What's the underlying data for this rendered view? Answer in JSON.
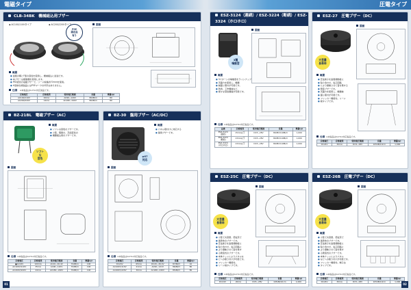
{
  "left": {
    "banner": "電磁タイプ",
    "clb": {
      "title": "CLB-34BK　機械組込用ブザー",
      "model_a": "AC100/110Vタイプ",
      "model_b": "AC200/220Vタイプ",
      "pse": "PSE\n認定品\n有り",
      "drawing_label": "図面",
      "overview_label": "概要",
      "points": [
        "金属の箱とF型の音質を使用し、機械組込に最適です。",
        "本ブザーは振動器を使用します。",
        "PSE認定の電磁ブザーで、リード線長約70mmを使用。",
        "※通常仕様製品にはPSEマークの印字はありません。"
      ],
      "spec_label": "仕様",
      "spec_note": "※本製品はRoHS2対応製品です。",
      "spec_headers": [
        "定格電圧",
        "定格電流",
        "使用電圧範囲",
        "音量",
        "重量(g)"
      ],
      "spec_rows": [
        [
          "AC100/110V",
          "20mA",
          "AC90~120V",
          "80dB/m",
          "80"
        ],
        [
          "AC200/220V",
          "14mA",
          "AC180~240V",
          "80dB/m",
          "80"
        ]
      ]
    },
    "bz21": {
      "title": "BZ-21BL　電磁ブザー（AC）",
      "callout": "ソフト\nな\n音色",
      "overview_label": "概要",
      "points": [
        "ソフトな音色のブザーです。",
        "小型、軽量の、高感度性の",
        "機器組込用のブザーです。"
      ],
      "drawing_label": "図面",
      "spec_label": "仕様",
      "spec_note": "※本製品はRoHS2対応製品です。",
      "spec_headers": [
        "定格電圧",
        "定格電流",
        "使用電圧範囲",
        "音量",
        "重量(g)"
      ],
      "spec_rows": [
        [
          "●AC24V",
          "100mA",
          "AC20~26.4V",
          "70dB/m",
          "100"
        ],
        [
          "AC100V/110V",
          "35mA",
          "AC90~120V",
          "70dB/m",
          "100"
        ],
        [
          "AC200V/220V",
          "24mA",
          "AC180~240V",
          "70dB/m",
          "100"
        ]
      ]
    },
    "bz30": {
      "title": "BZ-30　盤用ブザー（AC/DC）",
      "callout": "φ67\n対応",
      "overview_label": "概要",
      "points": [
        "パネル取付けに対応する",
        "盤用ブザーです。"
      ],
      "drawing_label": "図面",
      "spec_label": "仕様",
      "spec_note": "※本製品はRoHS2対応製品です。",
      "spec_headers": [
        "定格電圧",
        "定格電流",
        "使用電圧範囲",
        "音量",
        "重量(g)"
      ],
      "spec_rows": [
        [
          "DC24V",
          "65mA",
          "DC20~26.4V",
          "87dB/m",
          "10"
        ],
        [
          "AC100V/110V",
          "41mA",
          "AC90~121V",
          "86dB/m",
          "80"
        ],
        [
          "AC200V/220V",
          "30mA",
          "AC180~240V",
          "85dB/m",
          "80"
        ]
      ]
    },
    "page": "01"
  },
  "right": {
    "banner": "圧電タイプ",
    "esz3124": {
      "title": "ESZ-3124（連続）/ ESZ-3224（断続）/ ESZ-3324（ホロホロ）",
      "callout": "3種\n鳴動音",
      "drawing_label": "図面",
      "overview_label": "概要",
      "points": [
        "3パターンの鳴動音をラインナップ",
        "",
        "天面穴を使用し、機器",
        "前面に取付が可能です。",
        "",
        "防滴、工作機械など、",
        "様々な環境展開が可能です。"
      ],
      "spec_label": "仕様",
      "spec_note": "※本製品はRoHS2対応製品です。",
      "spec_headers": [
        "品番",
        "定格電流",
        "使用電圧範囲",
        "音量",
        "重量(g)"
      ],
      "spec_rows": [
        [
          "ESZ-3124\n(連続)",
          "15mA以下",
          "DC5~28V",
          "80dB±10dB/m",
          "1,000"
        ],
        [
          "ESZ-3224\n(断続)",
          "13mA以下",
          "DC5~28V",
          "80dB±10dB/m",
          "1,000"
        ],
        [
          "ESZ-3324\n(ホロホロ)",
          "13mA以下",
          "DC5~28V",
          "80dB±10dB/m",
          "1,000"
        ]
      ]
    },
    "esz27": {
      "title": "ESZ-27　圧電ブザー（DC）",
      "callout": "大音量\n長寿命",
      "drawing_label": "図面",
      "overview_label": "概要",
      "points": [
        "圧電素子を金属振動板に",
        "貼り合わせ、電子回路",
        "により振動させて音を発する",
        "発音ブザーです。",
        "",
        "天面穴を使用し、機器前",
        "面に取付が可能です。",
        "",
        "フリッカー機能付。リード",
        "線タイプです。"
      ],
      "spec_label": "仕様",
      "spec_note": "※本製品はRoHS2対応製品です。",
      "spec_headers": [
        "定格電圧",
        "定格電流",
        "使用電圧範囲",
        "音量",
        "重量(g)"
      ],
      "spec_rows": [
        [
          "DC24V",
          "30mA",
          "DC9~28V",
          "105dB/10cm",
          "1,000"
        ]
      ]
    },
    "esz25c": {
      "title": "ESZ-25C　圧電ブザー（DC）",
      "callout": "大音量\n長寿命",
      "drawing_label": "図面",
      "overview_label": "概要",
      "points": [
        "小型で大音量、低電流で",
        "長寿命のブザーです。",
        "",
        "圧電素子を金属振動板に",
        "貼り合わせ、電子回路に",
        "より振動させて音を発す",
        "る発音式のブザーです。",
        "",
        "本体ナットによりパネルな",
        "どへの取り付けが可能です。",
        "",
        "フリッカー機能付。",
        "リード線タイプです。"
      ],
      "spec_label": "仕様",
      "spec_note": "※本製品はRoHS2対応製品です。",
      "spec_headers": [
        "定格電圧",
        "定格電流",
        "使用電圧範囲",
        "音量",
        "重量(g)"
      ],
      "spec_rows": [
        [
          "DC24V",
          "20mA",
          "DC5~28V",
          "105dB/10cm",
          "1,000"
        ]
      ]
    },
    "esz26b": {
      "title": "ESZ-26B　圧電ブザー（DC）",
      "callout": "大音量\n長寿命",
      "drawing_label": "図面",
      "overview_label": "概要",
      "points": [
        "小型で大音量、低電流で",
        "長寿命のブザーです。",
        "",
        "圧電素子を金属振動板に",
        "貼り合わせ、電子回路に",
        "より振動させて音を発す",
        "る発音式のブザーです。",
        "",
        "本体ナットによりパネル",
        "などへの取り付けが可能です。",
        "",
        "フリッカー機能付。端子台",
        "タイプです。"
      ],
      "spec_label": "仕様",
      "spec_note": "※本製品はRoHS2対応製品です。",
      "spec_headers": [
        "定格電圧",
        "定格電流",
        "使用電圧範囲",
        "音量",
        "重量(g)"
      ],
      "spec_rows": [
        [
          "DC24V",
          "30mA",
          "DC5~28V",
          "105dB/10cm",
          "1,000"
        ]
      ]
    },
    "page": "02"
  },
  "colors": {
    "navy": "#16305a",
    "blue": "#2f6fae",
    "callout_yellow": "#f6e24a",
    "callout_blue": "#cfe6f7",
    "callout_white": "#ffffff",
    "bg": "#dfe6ee"
  }
}
